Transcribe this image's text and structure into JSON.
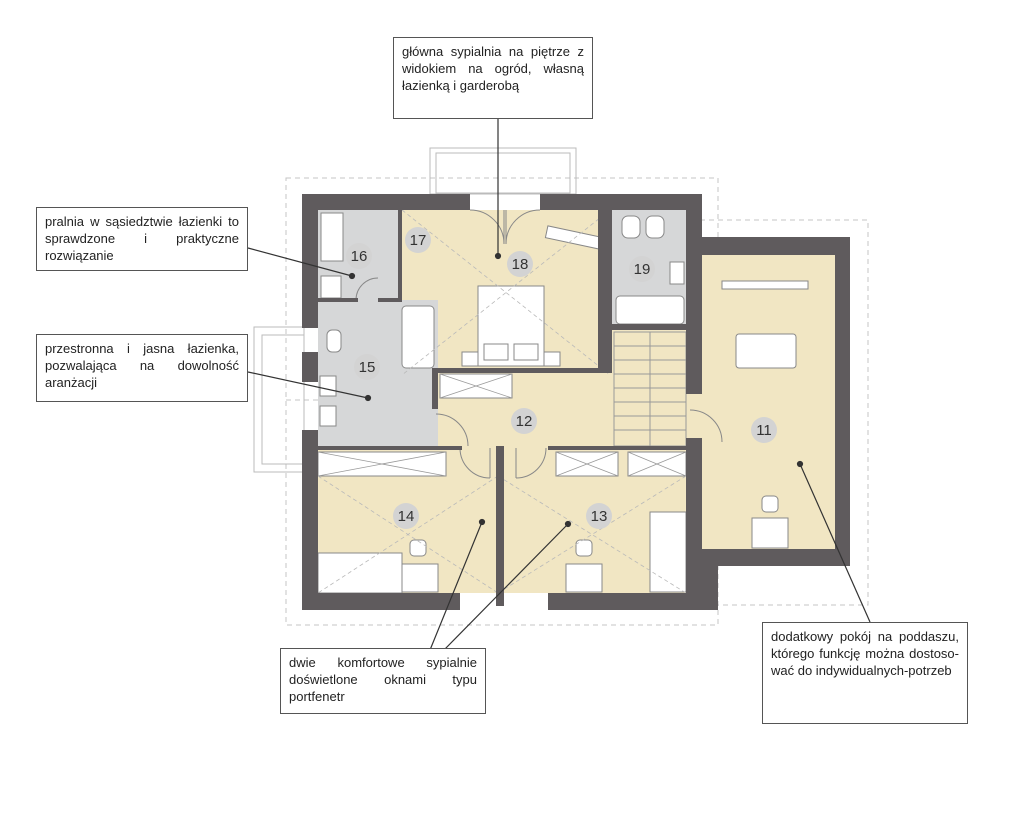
{
  "colors": {
    "wall": "#5f5b5d",
    "room": "#f1e6c3",
    "bath": "#d6d7d8",
    "badge": "#d3d3d3",
    "outline": "#bfbfbf"
  },
  "rooms": [
    {
      "number": "11"
    },
    {
      "number": "12"
    },
    {
      "number": "13"
    },
    {
      "number": "14"
    },
    {
      "number": "15"
    },
    {
      "number": "16"
    },
    {
      "number": "17"
    },
    {
      "number": "18"
    },
    {
      "number": "19"
    }
  ],
  "callouts": {
    "master_bedroom": "główna sypialnia na piętrze z widokiem na ogród, własną łazienką i garderobą",
    "laundry": "pralnia w sąsiedztwie łazienki to sprawdzone i praktyczne rozwiązanie",
    "bathroom": "przestronna i jasna łazienka, pozwalająca na dowolność aranżacji",
    "bedrooms": "dwie komfortowe sypialnie doświetlone oknami typu portfenetr",
    "attic_room": "dodatkowy pokój na poddaszu, którego funkcję można dostoso-wać do indywidualnych-potrzeb"
  }
}
